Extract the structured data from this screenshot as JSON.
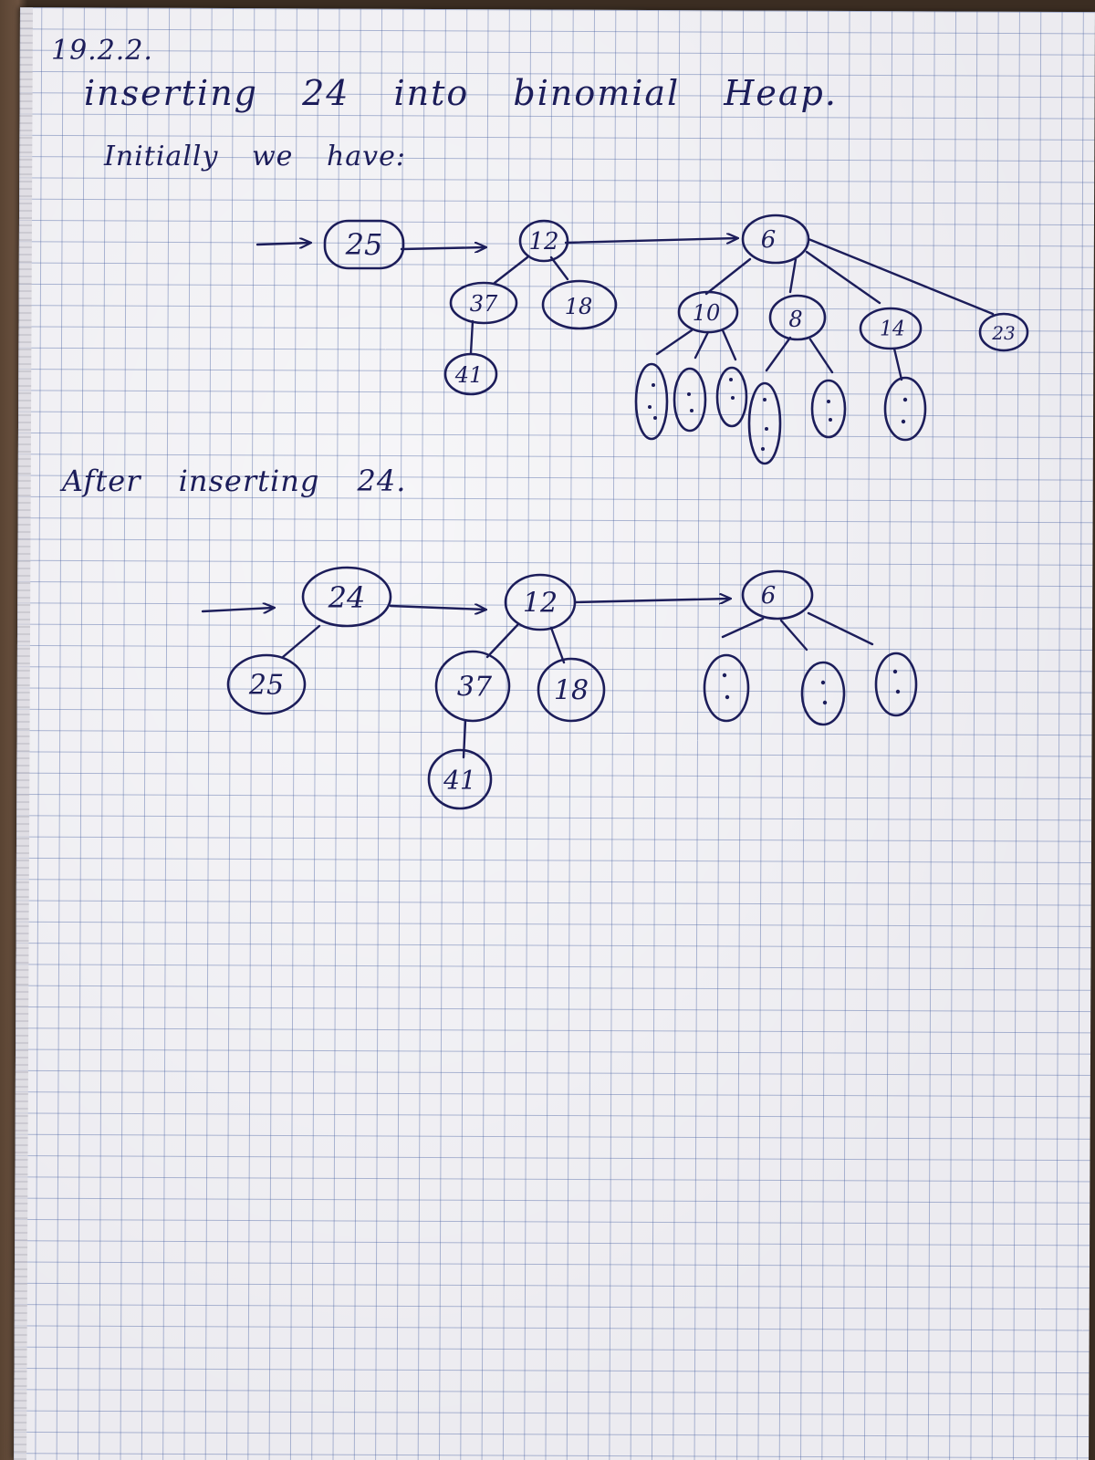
{
  "page": {
    "date_note": "19.2.2.",
    "title": "inserting 24 into binomial Heap.",
    "initial_label": "Initially we have:",
    "after_label": "After inserting 24."
  },
  "colors": {
    "ink": "#1c1d5a",
    "grid": "#465fa0",
    "paper": "#ecebf0"
  },
  "initial_heap": {
    "roots": [
      {
        "key": "25",
        "children": []
      },
      {
        "key": "12",
        "children": [
          {
            "key": "37",
            "children": [
              {
                "key": "41"
              }
            ]
          },
          {
            "key": "18"
          }
        ]
      },
      {
        "key": "6",
        "children": [
          {
            "key": "10",
            "children": "subtrees not labeled"
          },
          {
            "key": "8",
            "children": "subtrees not labeled"
          },
          {
            "key": "14",
            "children": "subtree not labeled"
          },
          {
            "key": "23"
          }
        ]
      }
    ]
  },
  "final_heap": {
    "roots": [
      {
        "key": "24",
        "children": [
          {
            "key": "25"
          }
        ]
      },
      {
        "key": "12",
        "children": [
          {
            "key": "37",
            "children": [
              {
                "key": "41"
              }
            ]
          },
          {
            "key": "18"
          }
        ]
      },
      {
        "key": "6",
        "children": "subtrees not labeled"
      }
    ]
  }
}
